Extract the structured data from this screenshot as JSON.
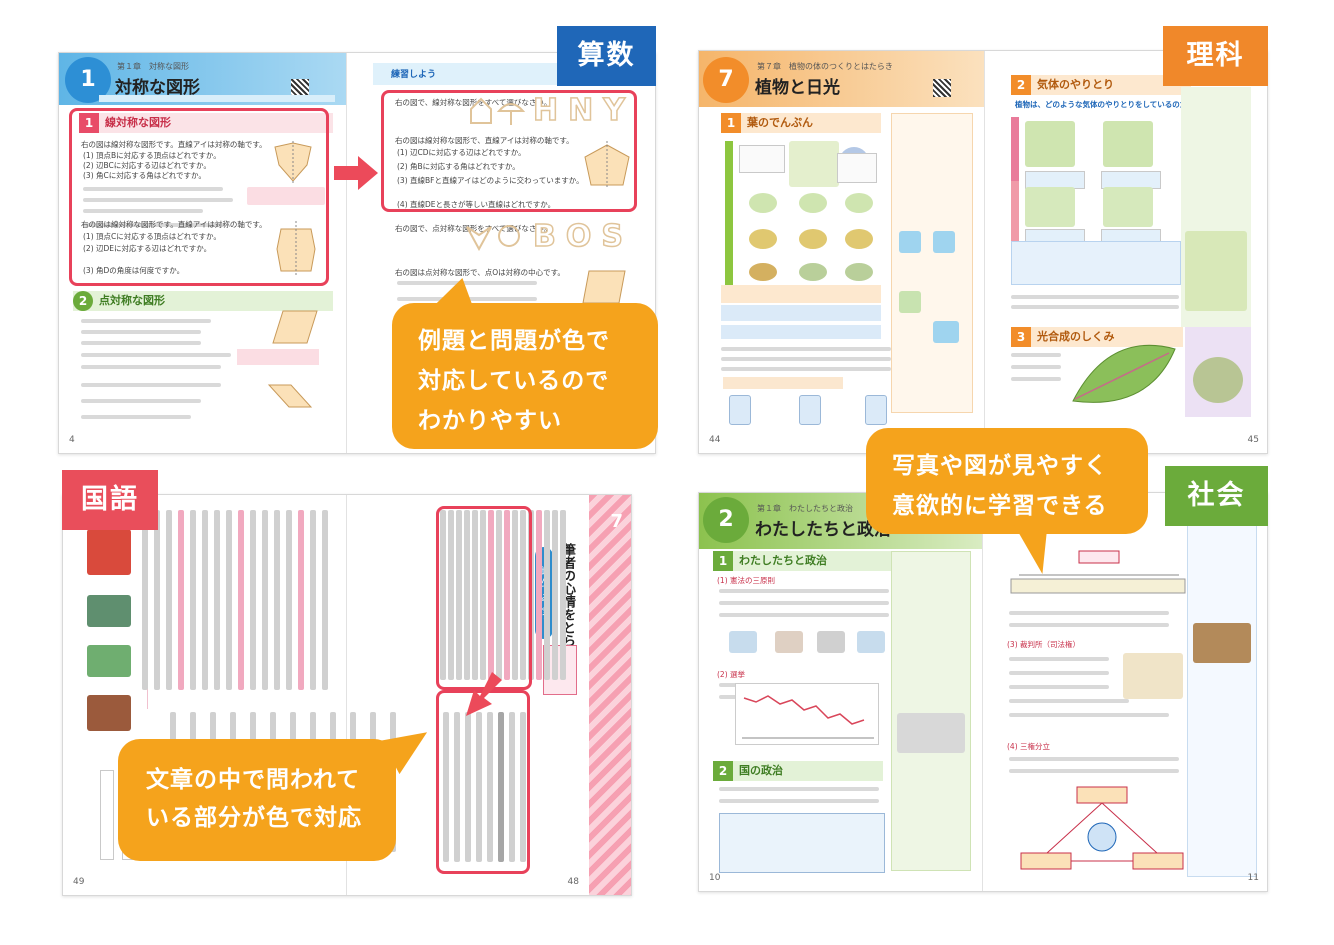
{
  "subjects": {
    "math": "算数",
    "science": "理科",
    "japanese": "国語",
    "social": "社会"
  },
  "callouts": {
    "math": [
      "例題と問題が色で",
      "対応しているので",
      "わかりやすい"
    ],
    "science": [
      "写真や図が見やすく",
      "意欲的に学習できる"
    ],
    "japanese": [
      "文章の中で問われて",
      "いる部分が色で対応"
    ]
  },
  "math_page": {
    "chapter_num": "1",
    "chapter_label": "第１章　対称な図形",
    "title": "対称な図形",
    "section1": "線対称な図形",
    "section2": "点対称な図形",
    "practice": "練習しよう",
    "practice_letters": "HNY",
    "practice_letters2": "BOS",
    "q1": "右の図は線対称な図形です。直線アイは対称の軸です。",
    "q1a": "(1) 頂点Bに対応する頂点はどれですか。",
    "q1b": "(2) 辺BCに対応する辺はどれですか。",
    "q1c": "(3) 角Cに対応する角はどれですか。",
    "q2": "右の図は線対称な図形です。直線アイは対称の軸です。",
    "q2a": "(1) 頂点Cに対応する頂点はどれですか。",
    "q2b": "(2) 辺DEに対応する辺はどれですか。",
    "q2c": "(3) 角Dの角度は何度ですか。",
    "p1": "右の図で、線対称な図形をすべて選びなさい。",
    "p2": "右の図は線対称な図形で、直線アイは対称の軸です。",
    "p2a": "(1) 辺CDに対応する辺はどれですか。",
    "p2b": "(2) 角Bに対応する角はどれですか。",
    "p2c": "(3) 直線BFと直線アイはどのように交わっていますか。",
    "p2d": "(4) 直線DEと長さが等しい直線はどれですか。",
    "p3": "右の図で、点対称な図形をすべて選びなさい。",
    "p4": "右の図は点対称な図形で、点Oは対称の中心です。",
    "page_left": "4"
  },
  "science_page": {
    "chapter_num": "7",
    "chapter_label": "第７章　植物の体のつくりとはたらき",
    "title": "植物と日光",
    "sec1": "葉のでんぷん",
    "sec2": "気体のやりとり",
    "sec3": "光合成のしくみ",
    "q": "植物は、どのような気体のやりとりをしているのだろうか。",
    "page_left": "44",
    "page_right": "45"
  },
  "japanese_page": {
    "chapter_num": "7",
    "title": "筆者の心情をとらえる",
    "read": "読んでみよう",
    "page_left": "49",
    "page_right": "48"
  },
  "social_page": {
    "chapter_num": "2",
    "chapter_label": "第１章　わたしたちと政治",
    "title": "わたしたちと政治",
    "sec1": "わたしたちと政治",
    "sec2": "国の政治",
    "sub1": "(1) 憲法の三原則",
    "sub2": "(2) 選挙",
    "sub3": "(3) 裁判所（司法権）",
    "sub4": "(4) 三権分立",
    "page_left": "10",
    "page_right": "11"
  },
  "colors": {
    "math_tag": "#1f67b8",
    "science_tag": "#f0882a",
    "japanese_tag": "#e94e5b",
    "social_tag": "#6bab3b",
    "callout": "#f5a31c",
    "highlight": "#e8415a"
  }
}
